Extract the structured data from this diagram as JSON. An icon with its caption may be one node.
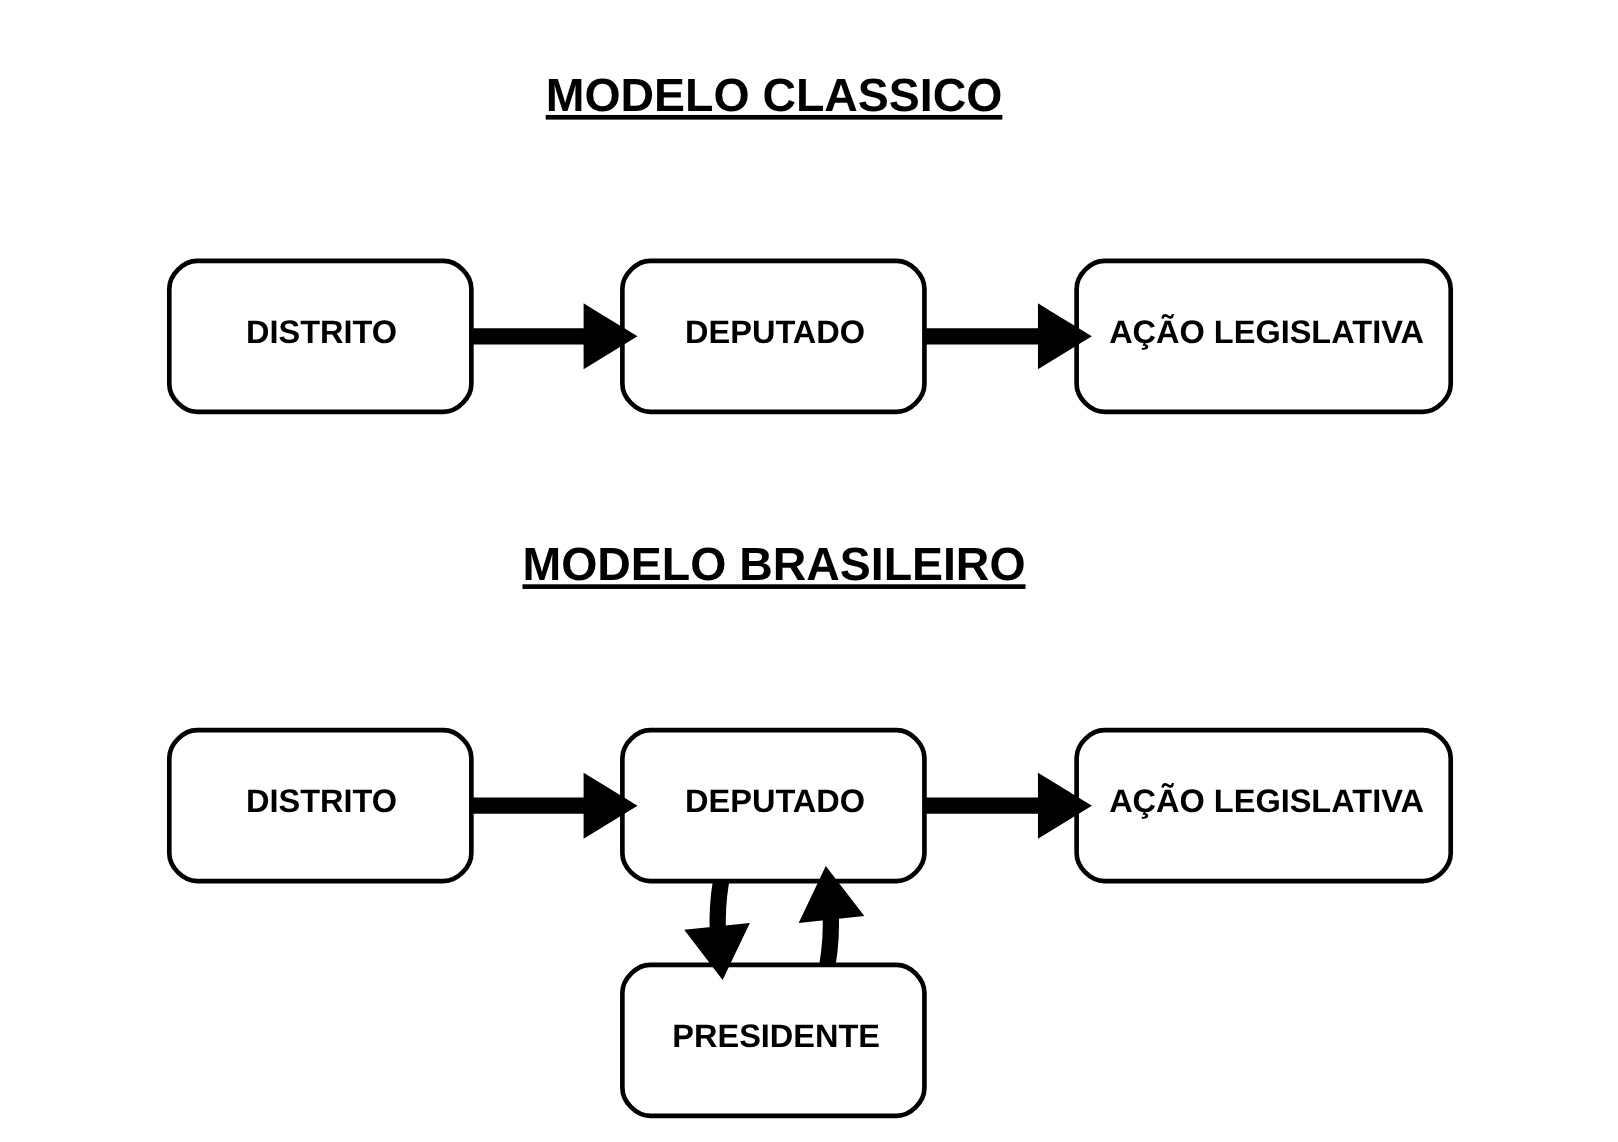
{
  "diagram": {
    "nodes": [
      {
        "text": [
          "DISTRITO"
        ]
      },
      {
        "text": [
          "DEPUTADO"
        ]
      },
      {
        "text": [
          "AÇÃO LEGISLATIVA"
        ]
      },
      {
        "text": [
          "DISTRITO"
        ]
      },
      {
        "text": [
          "DEPUTADO"
        ]
      },
      {
        "text": [
          "AÇÃO LEGISLATIVA"
        ]
      },
      {
        "text": [
          "PRESIDENTE"
        ]
      }
    ],
    "edges": [
      {
        "from": 0,
        "to": 1,
        "arrow": "to"
      },
      {
        "from": 1,
        "to": 2,
        "arrow": "to"
      },
      {
        "from": 3,
        "to": 4,
        "arrow": "to"
      },
      {
        "from": 4,
        "to": 5,
        "arrow": "to"
      },
      {
        "from": 6,
        "to": 4,
        "arrow": "to"
      },
      {
        "from": 4,
        "to": 6,
        "arrow": "to"
      }
    ],
    "labels": [
      "MODELO CLASSICO",
      "MODELO BRASILEIRO"
    ]
  }
}
